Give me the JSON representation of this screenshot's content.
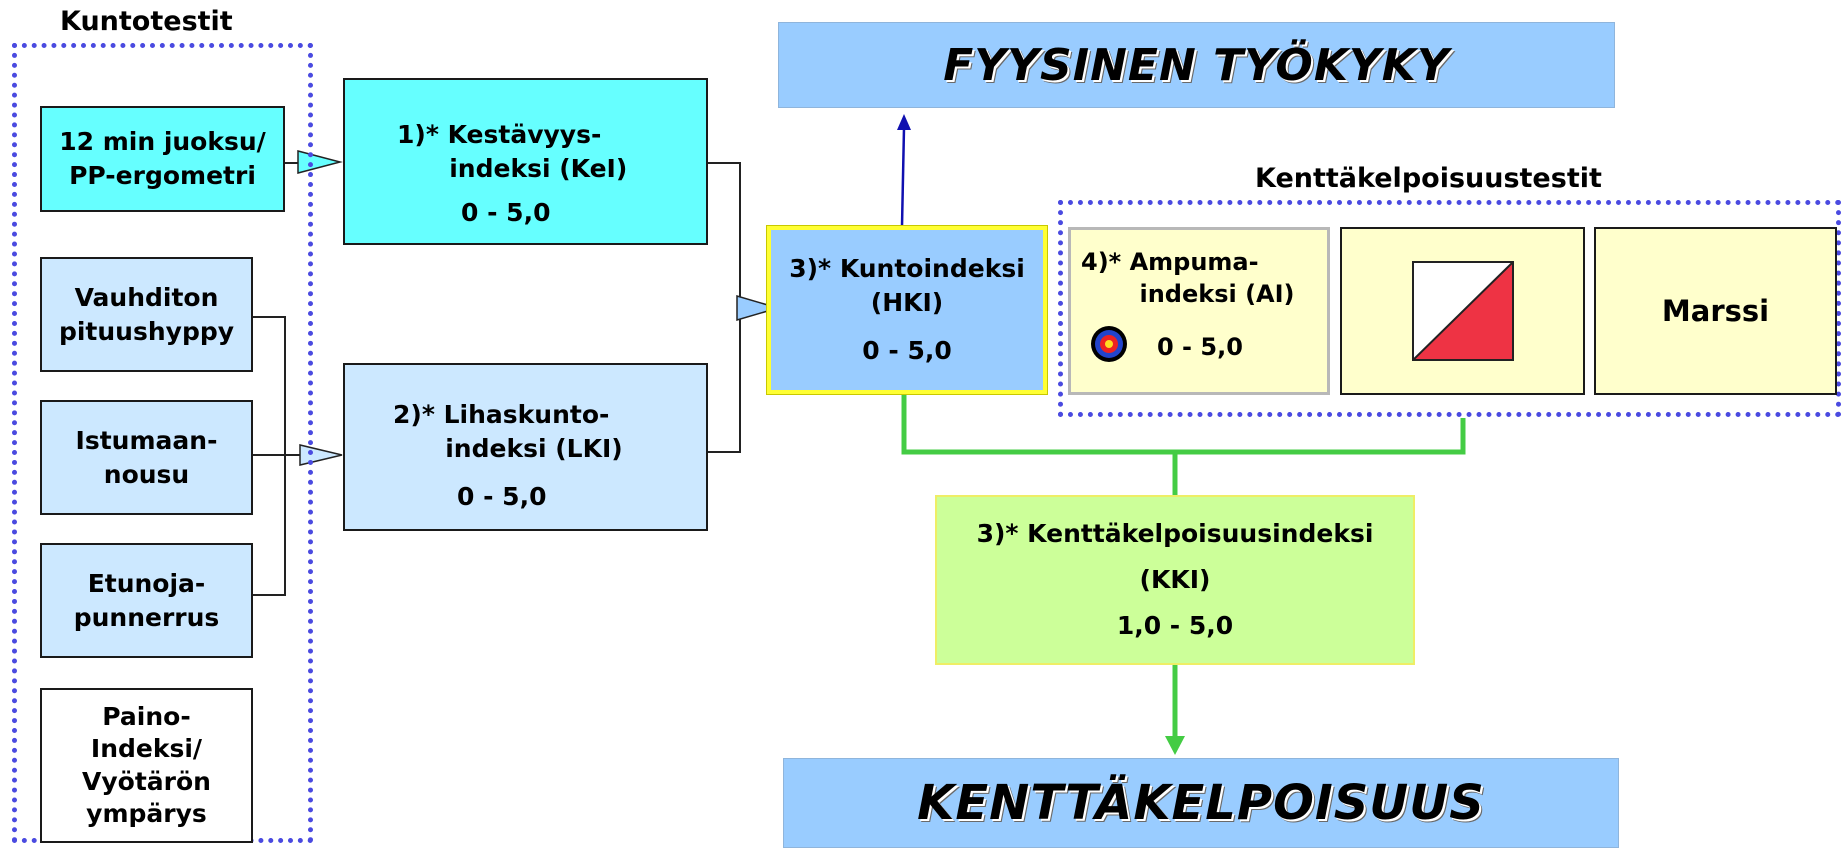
{
  "kuntotestit": {
    "title": "Kuntotestit",
    "run": "12 min juoksu/\nPP-ergometri",
    "jump": "Vauhditon\npituushyppy",
    "situp": "Istumaan-\nnousu",
    "pushup": "Etunoja-\npunnerrus",
    "weight": "Paino-\nIndeksi/\nVyötärön\nympärys"
  },
  "indices": {
    "kei_title": "1)* Kestävyys-\n      indeksi (KeI)",
    "kei_range": "0 - 5,0",
    "lki_title": "2)* Lihaskunto-\n      indeksi (LKI)",
    "lki_range": "0 - 5,0",
    "hki_title": "3)*  Kuntoindeksi\n(HKI)",
    "hki_range": "0 - 5,0"
  },
  "kenttatestit": {
    "title": "Kenttäkelpoisuustestit",
    "ai_title": "4)* Ampuma-\n       indeksi (AI)",
    "ai_range": "0 - 5,0",
    "marssi": "Marssi"
  },
  "kki": {
    "title": "3)*  Kenttäkelpoisuusindeksi",
    "abbr": "(KKI)",
    "range": "1,0 - 5,0"
  },
  "banners": {
    "top": "FYYSINEN TYÖKYKY",
    "bottom": "KENTTÄKELPOISUUS"
  },
  "colors": {
    "cyan": "#66ffff",
    "light_blue": "#cce8ff",
    "mid_blue": "#99ccff",
    "cream": "#ffffcc",
    "light_green": "#ccff99",
    "connector_green": "#44cc44",
    "arrow_blue": "#1010b0",
    "orienteering_red": "#ee3344"
  }
}
